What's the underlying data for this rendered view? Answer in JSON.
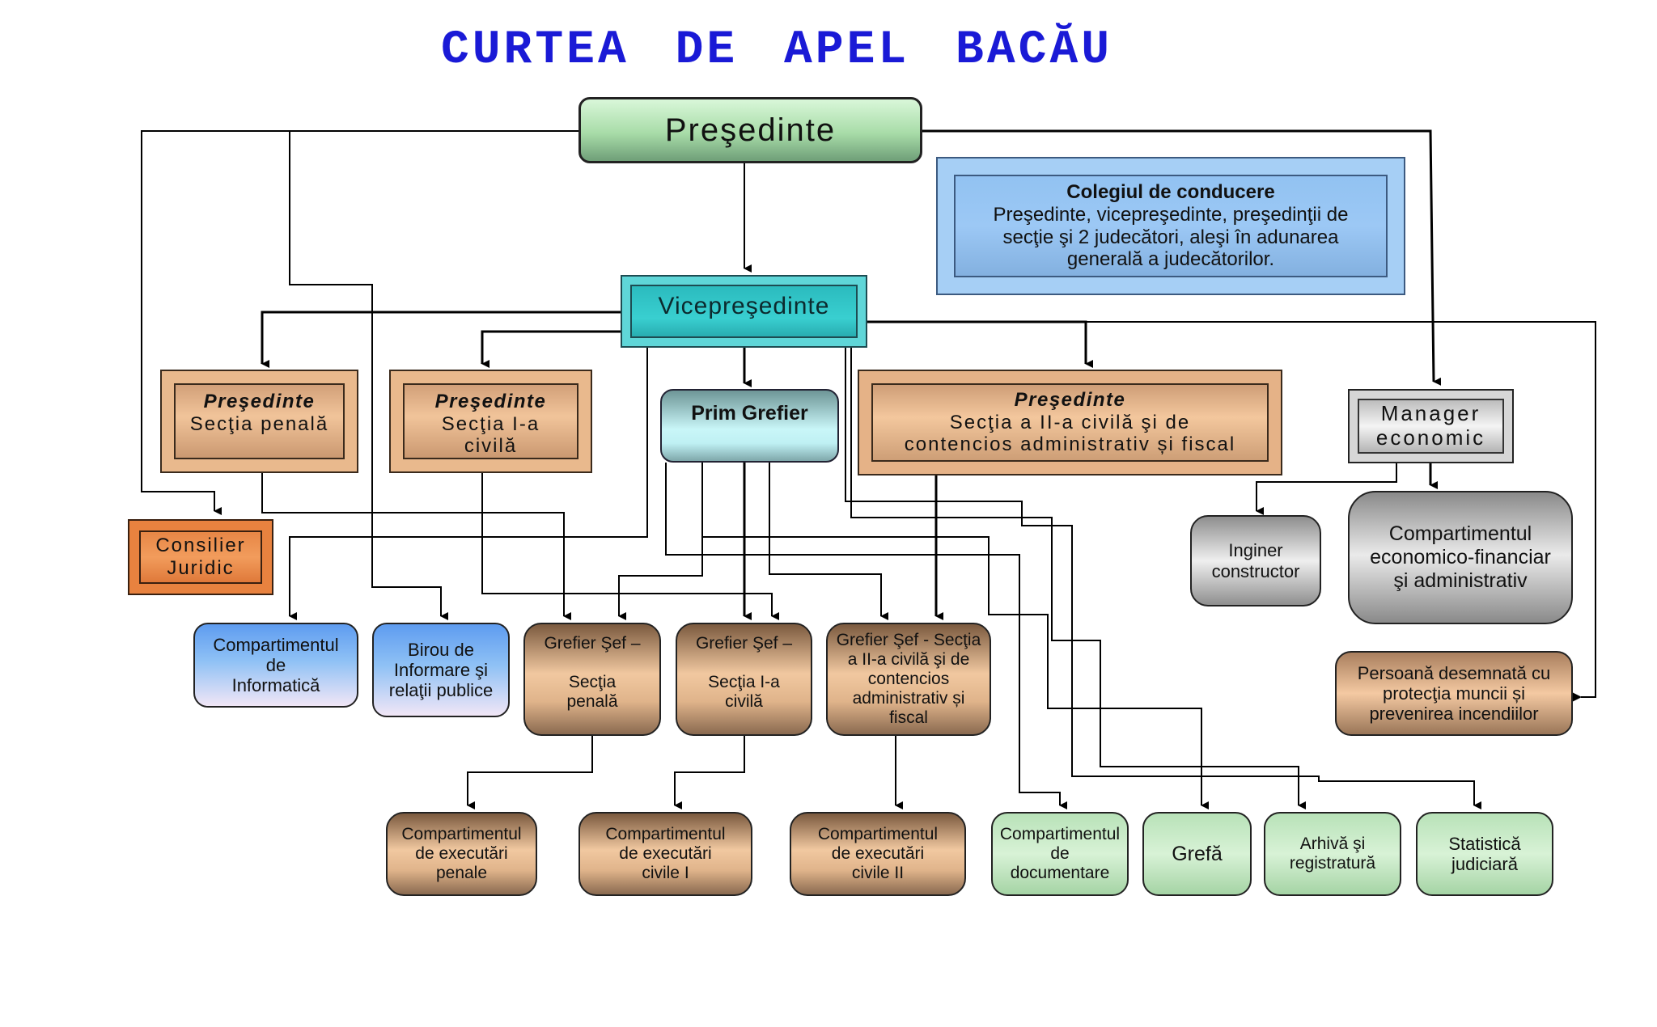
{
  "title": "CURTEA DE APEL BACĂU",
  "nodes": {
    "presedinte": {
      "label": "Preşedinte"
    },
    "colegiul": {
      "heading": "Colegiul de conducere",
      "lines": [
        "Preşedinte, vicepreşedinte, preşedinţii de",
        "secţie şi 2 judecători, aleşi în adunarea",
        "generală a judecătorilor."
      ]
    },
    "vicepresedinte": {
      "label": "Vicepreşedinte"
    },
    "pres_penala": {
      "title": "Preşedinte",
      "lines": [
        "Secţia penală"
      ]
    },
    "pres_civila1": {
      "title": "Preşedinte",
      "lines": [
        "Secţia I-a",
        "civilă"
      ]
    },
    "prim_grefier": {
      "label": "Prim Grefier"
    },
    "pres_civila2": {
      "title": "Preşedinte",
      "lines": [
        "Secţia a II-a civilă şi de",
        "contencios administrativ și fiscal"
      ]
    },
    "manager": {
      "lines": [
        "Manager",
        "economic"
      ]
    },
    "consilier": {
      "lines": [
        "Consilier",
        "Juridic"
      ]
    },
    "inginer": {
      "lines": [
        "Inginer",
        "constructor"
      ]
    },
    "comp_econ": {
      "lines": [
        "Compartimentul",
        "economico-financiar",
        "şi administrativ"
      ]
    },
    "comp_info": {
      "lines": [
        "Compartimentul",
        "de",
        "Informatică"
      ]
    },
    "birou": {
      "lines": [
        "Birou de",
        "Informare şi",
        "relaţii publice"
      ]
    },
    "gs_penala": {
      "lines": [
        "Grefier Şef –",
        "",
        "Secţia",
        "penală"
      ]
    },
    "gs_civila1": {
      "lines": [
        "Grefier Şef –",
        "",
        "Secţia I-a",
        "civilă"
      ]
    },
    "gs_civila2": {
      "lines": [
        "Grefier Şef - Secţia",
        "a II-a civilă şi de",
        "contencios",
        "administrativ și",
        "fiscal"
      ]
    },
    "persoana": {
      "lines": [
        "Persoană desemnată cu",
        "protecţia muncii și",
        "prevenirea incendiilor"
      ]
    },
    "exec_penale": {
      "lines": [
        "Compartimentul",
        "de executări",
        "penale"
      ]
    },
    "exec_civile1": {
      "lines": [
        "Compartimentul",
        "de executări",
        "civile I"
      ]
    },
    "exec_civile2": {
      "lines": [
        "Compartimentul",
        "de executări",
        "civile II"
      ]
    },
    "documentare": {
      "lines": [
        "Compartimentul",
        "de",
        "documentare"
      ]
    },
    "grefa": {
      "lines": [
        "Grefă"
      ]
    },
    "arhiva": {
      "lines": [
        "Arhivă şi",
        "registratură"
      ]
    },
    "statistica": {
      "lines": [
        "Statistică",
        "judiciară"
      ]
    }
  },
  "edges": [
    [
      "presedinte",
      "vicepresedinte"
    ],
    [
      "presedinte",
      "consilier"
    ],
    [
      "presedinte",
      "birou"
    ],
    [
      "presedinte",
      "manager"
    ],
    [
      "vicepresedinte",
      "pres_penala"
    ],
    [
      "vicepresedinte",
      "pres_civila1"
    ],
    [
      "vicepresedinte",
      "prim_grefier"
    ],
    [
      "vicepresedinte",
      "pres_civila2"
    ],
    [
      "vicepresedinte",
      "comp_info"
    ],
    [
      "vicepresedinte",
      "persoana"
    ],
    [
      "vicepresedinte",
      "arhiva"
    ],
    [
      "vicepresedinte",
      "statistica"
    ],
    [
      "pres_penala",
      "gs_penala"
    ],
    [
      "pres_civila1",
      "gs_civila1"
    ],
    [
      "pres_civila2",
      "gs_civila2"
    ],
    [
      "prim_grefier",
      "gs_penala"
    ],
    [
      "prim_grefier",
      "gs_civila1"
    ],
    [
      "prim_grefier",
      "gs_civila2"
    ],
    [
      "prim_grefier",
      "documentare"
    ],
    [
      "prim_grefier",
      "grefa"
    ],
    [
      "manager",
      "inginer"
    ],
    [
      "manager",
      "comp_econ"
    ],
    [
      "gs_penala",
      "exec_penale"
    ],
    [
      "gs_civila1",
      "exec_civile1"
    ],
    [
      "gs_civila2",
      "exec_civile2"
    ]
  ]
}
